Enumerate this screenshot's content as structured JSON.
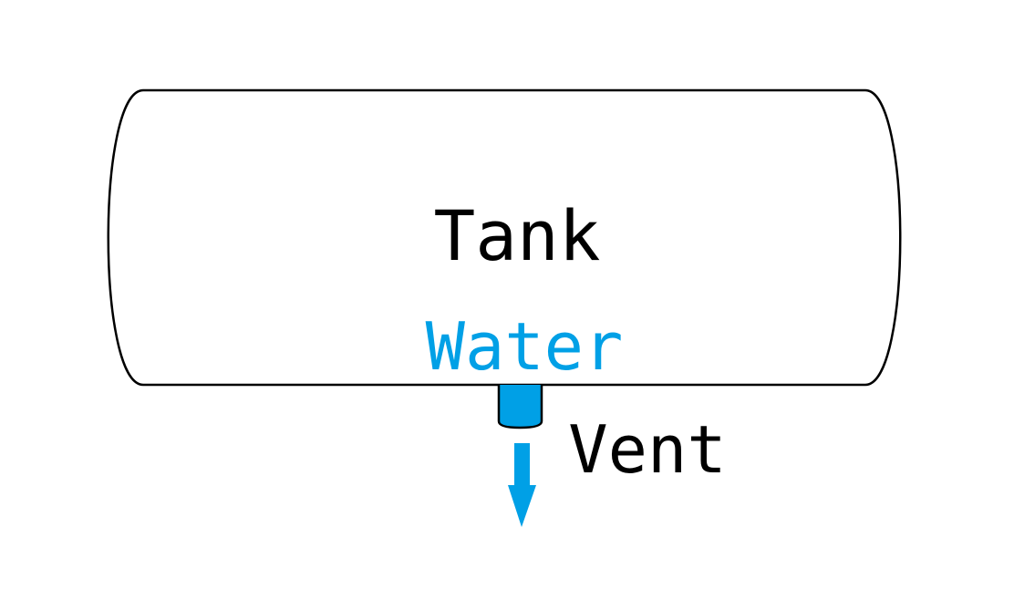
{
  "diagram": {
    "tank_label": "Tank",
    "fluid_label": "Water",
    "outlet_label": "Vent",
    "colors": {
      "fluid": "#00a0e6",
      "stroke": "#000000",
      "background": "#ffffff"
    }
  }
}
